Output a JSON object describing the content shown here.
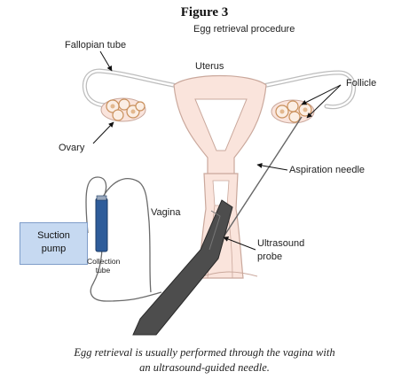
{
  "figure": {
    "title": "Figure 3",
    "subtitle": "Egg retrieval procedure"
  },
  "labels": {
    "fallopian_tube": "Fallopian tube",
    "uterus": "Uterus",
    "follicle": "Follicle",
    "ovary": "Ovary",
    "aspiration_needle": "Aspiration needle",
    "vagina": "Vagina",
    "suction_pump_line1": "Suction",
    "suction_pump_line2": "pump",
    "collection_tube_line1": "Collection",
    "collection_tube_line2": "tube",
    "ultrasound_probe_line1": "Ultrasound",
    "ultrasound_probe_line2": "probe"
  },
  "caption": {
    "line1": "Egg retrieval is usually performed through the vagina with",
    "line2": "an ultrasound-guided needle."
  },
  "colors": {
    "tissue_fill": "#fae4dc",
    "tissue_stroke": "#caa89c",
    "follicle_stroke": "#c9905c",
    "probe": "#4d4d4d",
    "tube_fill": "#2e5c9a",
    "pump_fill": "#c6d9f1"
  }
}
